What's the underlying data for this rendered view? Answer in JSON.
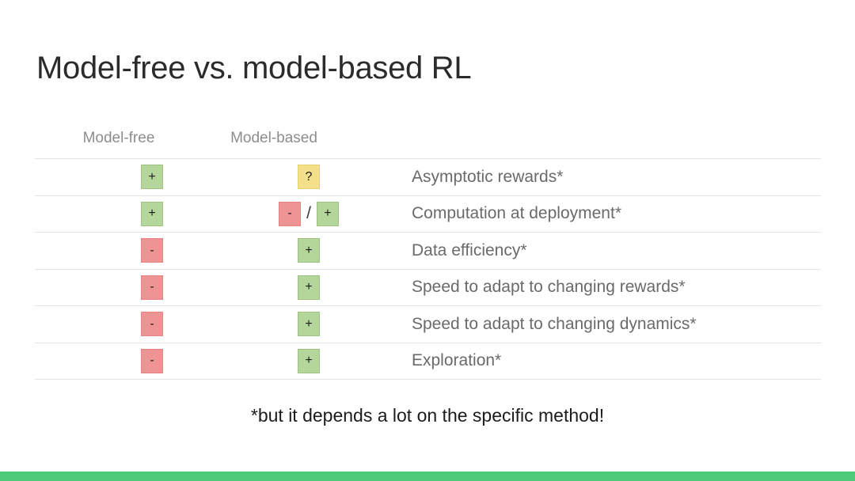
{
  "slide": {
    "title": "Model-free vs. model-based RL",
    "footnote": "*but it depends a lot on the specific method!",
    "accent_color": "#4ecb7a",
    "background_color": "#ffffff"
  },
  "table": {
    "headers": {
      "model_free": "Model-free",
      "model_based": "Model-based"
    },
    "marker_colors": {
      "plus": "#b4d69a",
      "minus": "#ef9494",
      "question": "#f2e08b"
    },
    "marker_glyphs": {
      "plus": "+",
      "minus": "-",
      "question": "?",
      "separator": "/"
    },
    "rows": [
      {
        "model_free": [
          {
            "type": "plus",
            "glyph": "+"
          }
        ],
        "model_based": [
          {
            "type": "question",
            "glyph": "?"
          }
        ],
        "label": "Asymptotic rewards*"
      },
      {
        "model_free": [
          {
            "type": "plus",
            "glyph": "+"
          }
        ],
        "model_based": [
          {
            "type": "minus",
            "glyph": "-"
          },
          {
            "type": "separator",
            "glyph": "/"
          },
          {
            "type": "plus",
            "glyph": "+"
          }
        ],
        "label": "Computation at deployment*"
      },
      {
        "model_free": [
          {
            "type": "minus",
            "glyph": "-"
          }
        ],
        "model_based": [
          {
            "type": "plus",
            "glyph": "+"
          }
        ],
        "label": "Data efficiency*"
      },
      {
        "model_free": [
          {
            "type": "minus",
            "glyph": "-"
          }
        ],
        "model_based": [
          {
            "type": "plus",
            "glyph": "+"
          }
        ],
        "label": "Speed to adapt to changing rewards*"
      },
      {
        "model_free": [
          {
            "type": "minus",
            "glyph": "-"
          }
        ],
        "model_based": [
          {
            "type": "plus",
            "glyph": "+"
          }
        ],
        "label": "Speed to adapt to changing dynamics*"
      },
      {
        "model_free": [
          {
            "type": "minus",
            "glyph": "-"
          }
        ],
        "model_based": [
          {
            "type": "plus",
            "glyph": "+"
          }
        ],
        "label": "Exploration*"
      }
    ]
  }
}
